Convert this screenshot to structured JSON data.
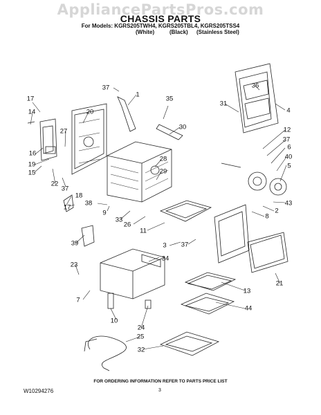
{
  "watermark": "AppliancePartsPros.com",
  "title": "CHASSIS PARTS",
  "models_line": "For Models: KGRS205TWH4, KGRS205TBL4, KGRS205TSS4",
  "variants": [
    "(White)",
    "(Black)",
    "(Stainless Steel)"
  ],
  "footer_note": "FOR ORDERING INFORMATION REFER TO PARTS PRICE LIST",
  "doc_number": "W10294276",
  "page_number": "3",
  "callouts": [
    "37",
    "1",
    "35",
    "17",
    "14",
    "20",
    "27",
    "30",
    "16",
    "19",
    "15",
    "22",
    "37",
    "18",
    "17",
    "38",
    "9",
    "33",
    "26",
    "11",
    "28",
    "29",
    "39",
    "23",
    "7",
    "10",
    "24",
    "25",
    "32",
    "3",
    "37",
    "34",
    "13",
    "44",
    "21",
    "31",
    "4",
    "36",
    "12",
    "37",
    "6",
    "40",
    "5",
    "43",
    "2",
    "8"
  ]
}
